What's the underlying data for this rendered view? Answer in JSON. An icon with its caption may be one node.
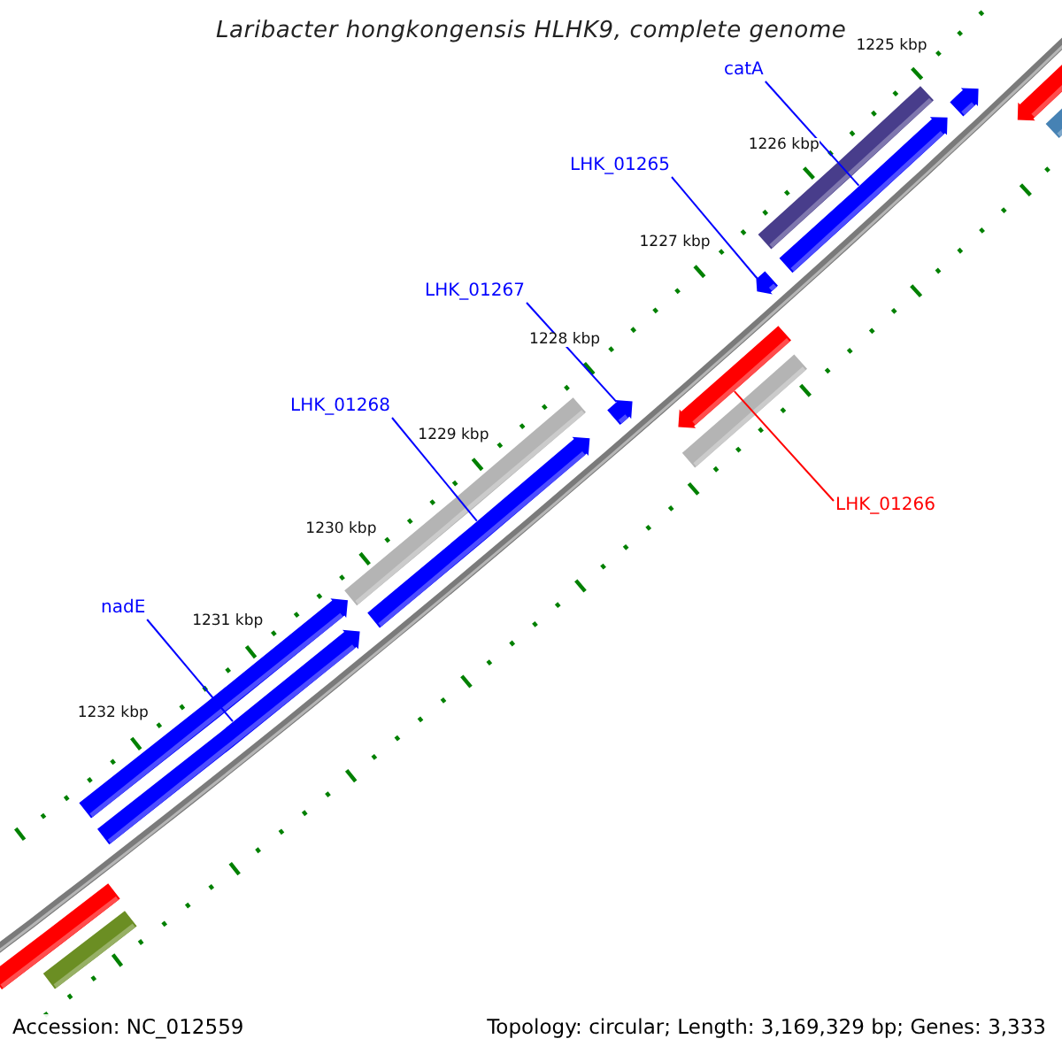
{
  "diagram": {
    "title": "Laribacter hongkongensis HLHK9, complete genome",
    "nodes": [
      {
        "text": [
          "catA"
        ]
      },
      {
        "text": [],
        "shape": "bar"
      },
      {
        "text": [
          "LHK_01265"
        ]
      },
      {
        "text": [],
        "shape": "bar"
      },
      {
        "text": [
          "LHK_01267"
        ]
      },
      {
        "text": [],
        "shape": "bar"
      },
      {
        "text": [
          "LHK_01268"
        ]
      },
      {
        "text": [],
        "shape": "bar"
      },
      {
        "text": [
          "LHK_01266"
        ]
      },
      {
        "text": [],
        "shape": "bar"
      },
      {
        "text": [
          "nadE"
        ]
      },
      {
        "text": [],
        "shape": "bar"
      },
      {
        "text": [],
        "shape": "bar"
      },
      {
        "text": [],
        "shape": "bar"
      },
      {
        "text": [],
        "shape": "bar"
      },
      {
        "text": [],
        "shape": "bar"
      },
      {
        "text": [],
        "shape": "bar"
      },
      {
        "text": [],
        "shape": "bar"
      },
      {
        "text": [],
        "shape": "bar"
      },
      {
        "text": [],
        "shape": "bar"
      },
      {
        "text": [],
        "shape": "bar"
      }
    ],
    "edges": [
      {
        "from": 0,
        "to": 1,
        "arrow": "none"
      },
      {
        "from": 2,
        "to": 3,
        "arrow": "none"
      },
      {
        "from": 4,
        "to": 5,
        "arrow": "none"
      },
      {
        "from": 6,
        "to": 7,
        "arrow": "none"
      },
      {
        "from": 8,
        "to": 9,
        "arrow": "none",
        "color": "#ff0000"
      },
      {
        "from": 10,
        "to": 11,
        "arrow": "none"
      }
    ],
    "labels": [
      "1225 kbp",
      "1226 kbp",
      "1227 kbp",
      "1228 kbp",
      "1229 kbp",
      "1230 kbp",
      "1231 kbp",
      "1232 kbp",
      "Accession: NC_012559",
      "Topology: circular; Length: 3,169,329 bp; Genes: 3,333"
    ]
  }
}
